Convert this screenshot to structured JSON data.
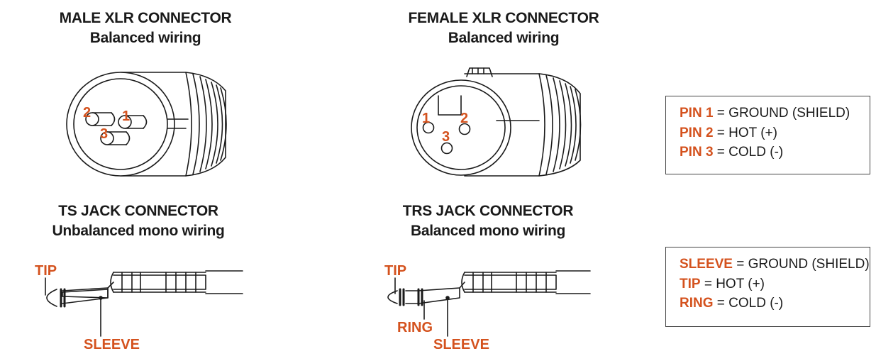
{
  "male_xlr": {
    "title": "MALE XLR CONNECTOR",
    "subtitle": "Balanced wiring",
    "pins": [
      "2",
      "1",
      "3"
    ]
  },
  "female_xlr": {
    "title": "FEMALE XLR CONNECTOR",
    "subtitle": "Balanced wiring",
    "pins": [
      "1",
      "2",
      "3"
    ]
  },
  "ts_jack": {
    "title": "TS JACK CONNECTOR",
    "subtitle": "Unbalanced mono wiring",
    "tip_label": "TIP",
    "sleeve_label": "SLEEVE"
  },
  "trs_jack": {
    "title": "TRS JACK CONNECTOR",
    "subtitle": "Balanced mono wiring",
    "tip_label": "TIP",
    "ring_label": "RING",
    "sleeve_label": "SLEEVE"
  },
  "xlr_legend": [
    {
      "key": "PIN 1",
      "value": " = GROUND (SHIELD)"
    },
    {
      "key": "PIN 2",
      "value": " = HOT (+)"
    },
    {
      "key": "PIN 3",
      "value": " = COLD (-)"
    }
  ],
  "jack_legend": [
    {
      "key": "SLEEVE",
      "value": " = GROUND (SHIELD)"
    },
    {
      "key": "TIP",
      "value": " = HOT (+)"
    },
    {
      "key": "RING",
      "value": " = COLD (-)"
    }
  ],
  "colors": {
    "accent": "#d4521e",
    "line": "#1a1a1a"
  }
}
